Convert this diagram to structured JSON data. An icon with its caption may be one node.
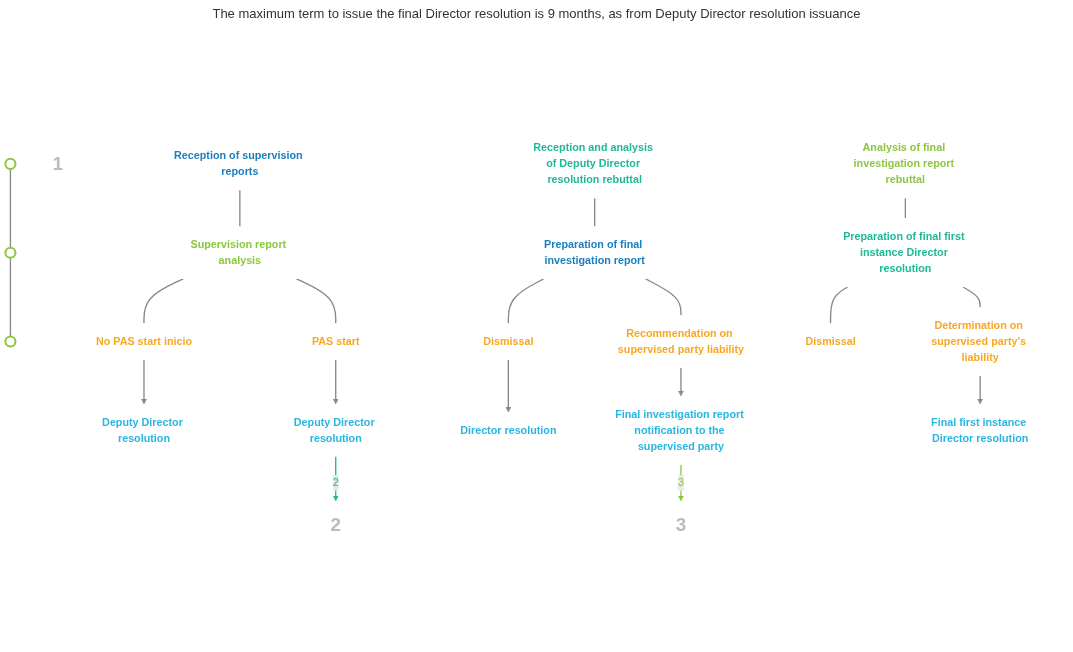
{
  "diagram": {
    "nodes": [
      {
        "text": [],
        "shape": "circle"
      },
      {
        "text": [],
        "shape": "circle"
      },
      {
        "text": [],
        "shape": "circle"
      },
      {
        "text": [
          "1"
        ]
      },
      {
        "text": [
          "Reception of supervision reports"
        ]
      },
      {
        "text": [
          "Supervision report analysis"
        ]
      },
      {
        "text": [
          "No PAS start inicio"
        ]
      },
      {
        "text": [
          "PAS start"
        ]
      },
      {
        "text": [
          "Deputy Director resolution"
        ]
      },
      {
        "text": [
          "Deputy Director resolution"
        ]
      },
      {
        "text": [
          "2"
        ]
      },
      {
        "text": [
          "Reception and analysis of Deputy Director resolution rebuttal"
        ]
      },
      {
        "text": [
          "Preparation of final investigation report"
        ]
      },
      {
        "text": [
          "Dismissal"
        ]
      },
      {
        "text": [
          "Recommendation on supervised party liability"
        ]
      },
      {
        "text": [
          "Director resolution"
        ]
      },
      {
        "text": [
          "Final investigation report notification to the supervised party"
        ]
      },
      {
        "text": [
          "3"
        ]
      },
      {
        "text": [
          "Analysis of final investigation report rebuttal"
        ]
      },
      {
        "text": [
          "Preparation of final first instance Director resolution"
        ]
      },
      {
        "text": [
          "Dismissal"
        ]
      },
      {
        "text": [
          "Determination on supervised party's liability"
        ]
      },
      {
        "text": [
          "Final first instance Director resolution"
        ]
      }
    ],
    "edges": [
      {
        "from": 0,
        "to": 1,
        "arrow": "none"
      },
      {
        "from": 1,
        "to": 2,
        "arrow": "none"
      },
      {
        "from": 4,
        "to": 5,
        "arrow": "none"
      },
      {
        "from": 5,
        "to": 6,
        "arrow": "none"
      },
      {
        "from": 5,
        "to": 7,
        "arrow": "none"
      },
      {
        "from": 6,
        "to": 8,
        "arrow": "to"
      },
      {
        "from": 7,
        "to": 9,
        "arrow": "to"
      },
      {
        "from": 9,
        "to": 10,
        "arrow": "to",
        "label": "2",
        "color": "#1fb89a"
      },
      {
        "from": 11,
        "to": 12,
        "arrow": "none"
      },
      {
        "from": 12,
        "to": 13,
        "arrow": "none"
      },
      {
        "from": 12,
        "to": 14,
        "arrow": "none"
      },
      {
        "from": 13,
        "to": 15,
        "arrow": "to"
      },
      {
        "from": 14,
        "to": 16,
        "arrow": "to"
      },
      {
        "from": 16,
        "to": 17,
        "arrow": "to",
        "label": "3",
        "color": "#8dc63f"
      },
      {
        "from": 18,
        "to": 19,
        "arrow": "none"
      },
      {
        "from": 19,
        "to": 20,
        "arrow": "none"
      },
      {
        "from": 19,
        "to": 21,
        "arrow": "none"
      },
      {
        "from": 21,
        "to": 22,
        "arrow": "to"
      }
    ],
    "labels": [
      "The maximum term to issue the final Director resolution is 9 months, as from Deputy Director resolution issuance"
    ]
  }
}
